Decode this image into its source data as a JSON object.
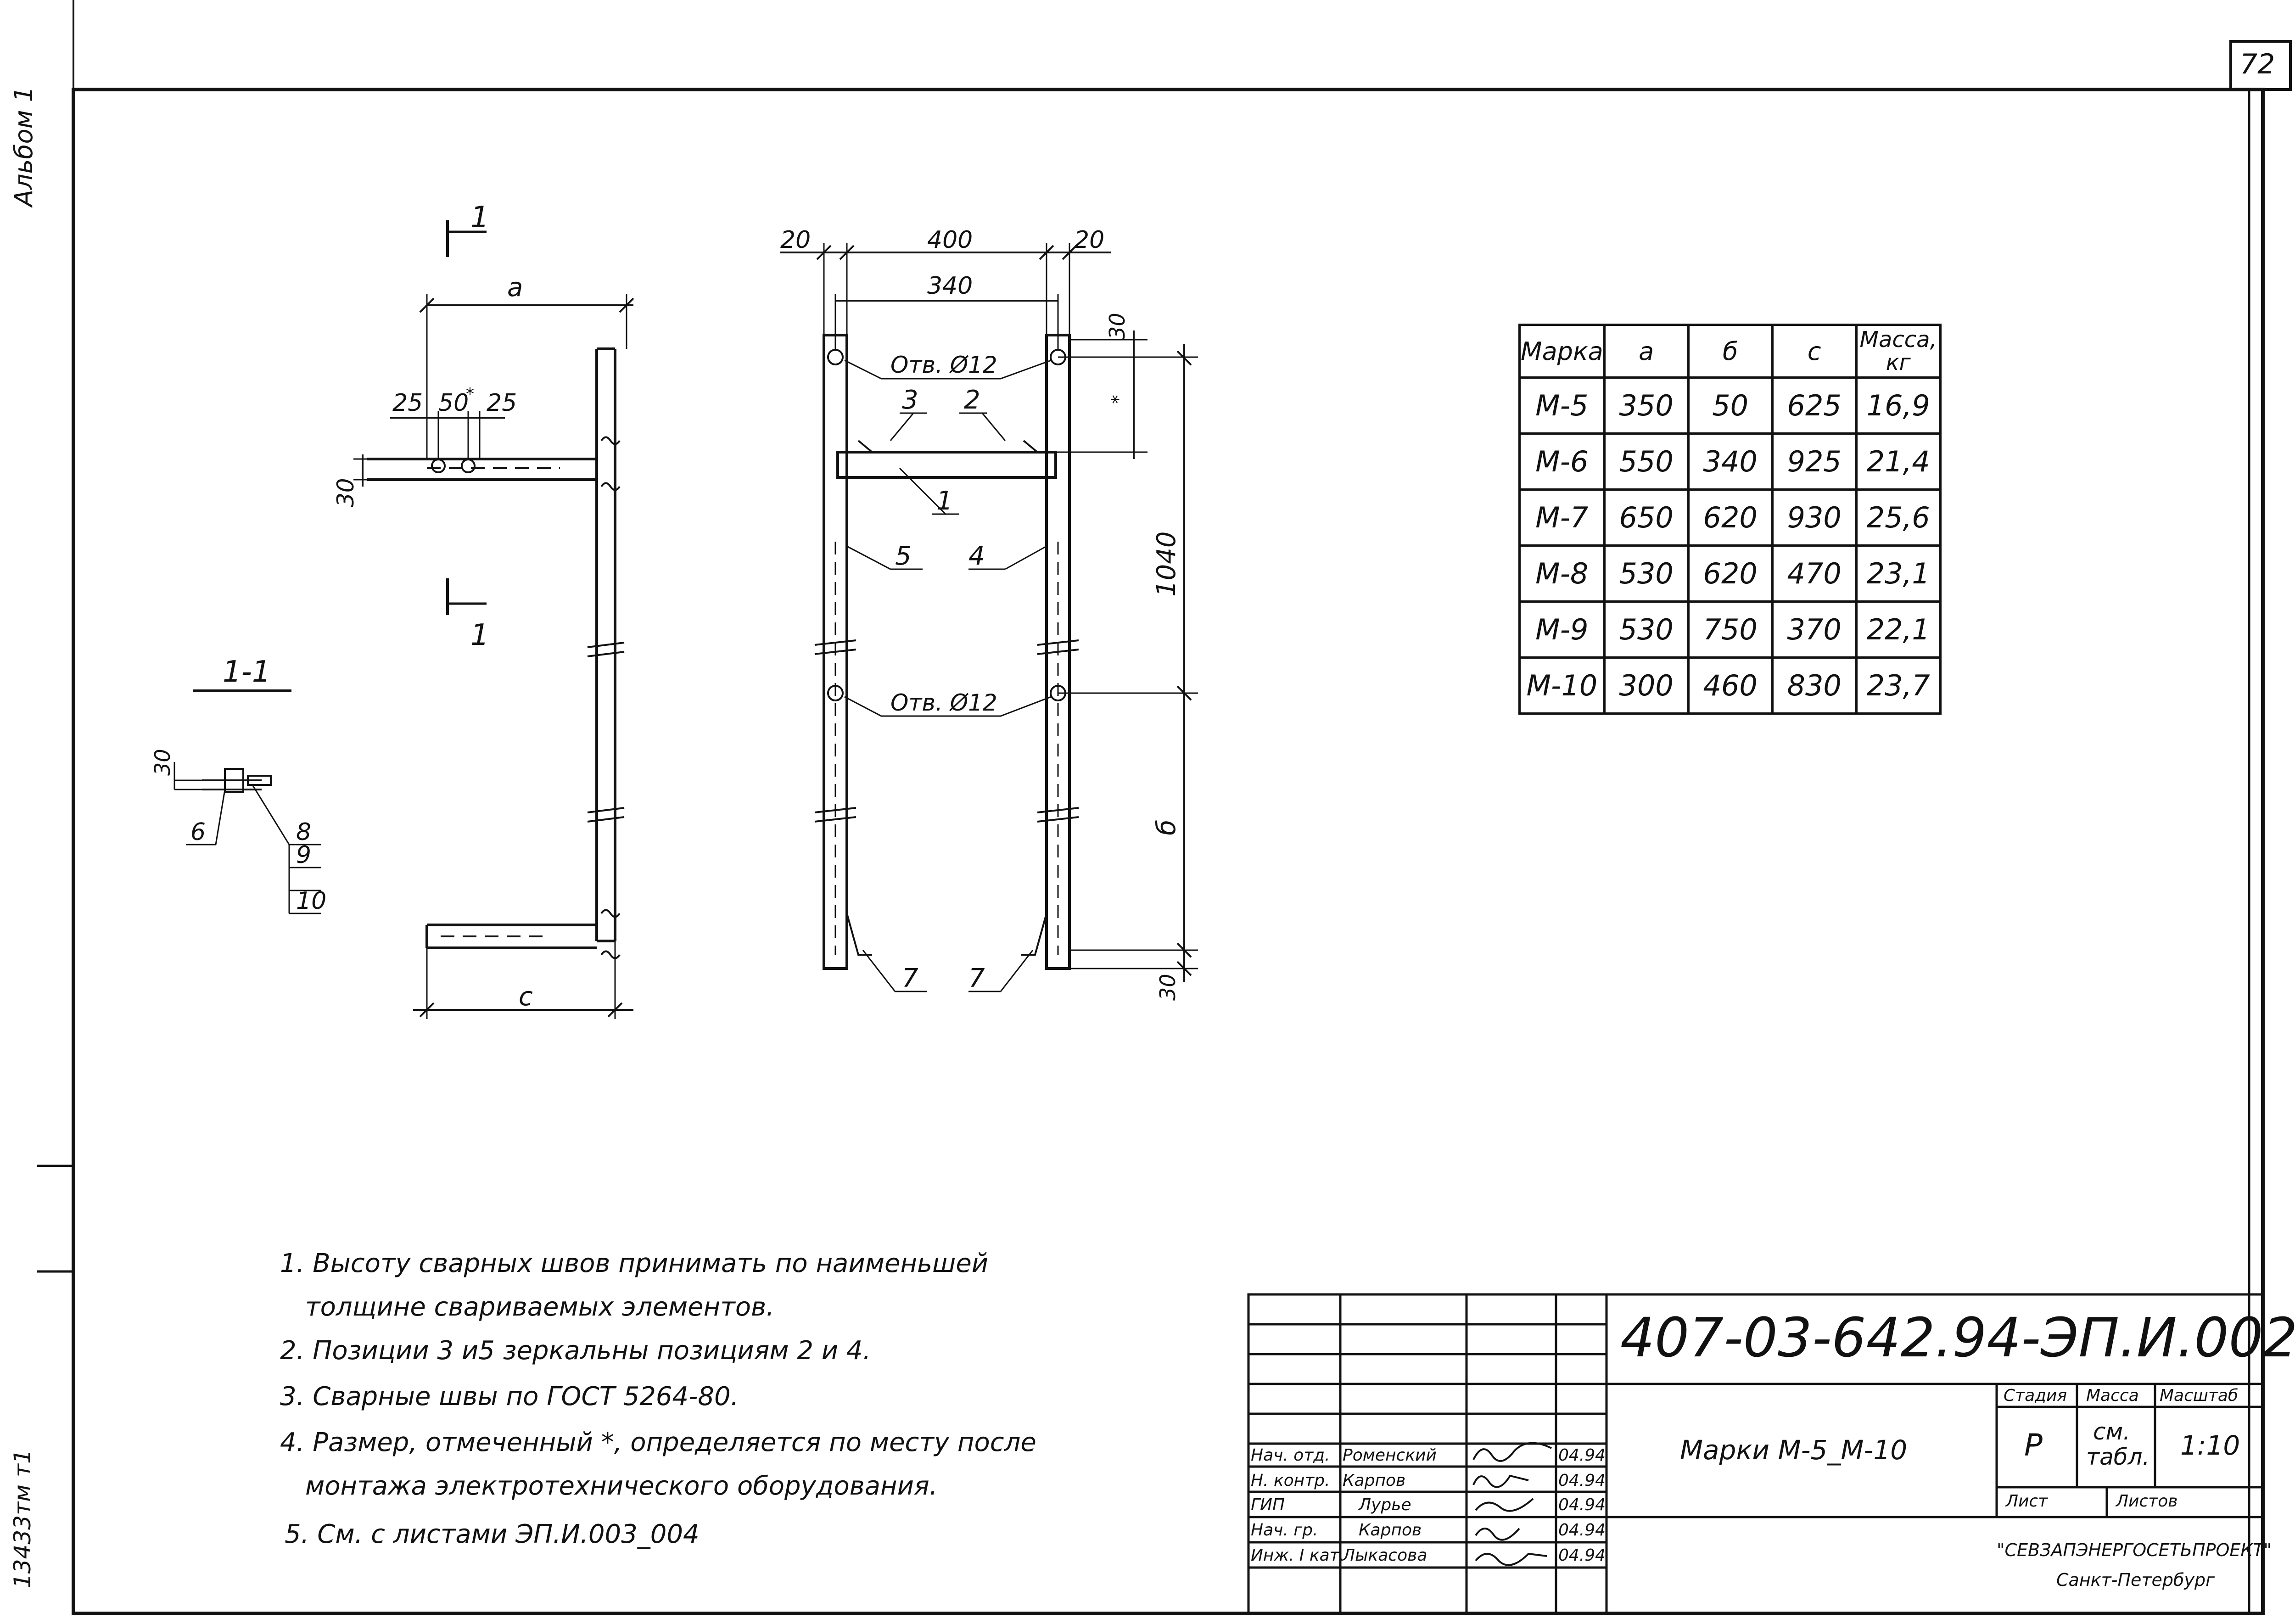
{
  "sheet": {
    "page_number": "72",
    "album_label": "Альбом 1",
    "inventory_stamp": "13433тм т1"
  },
  "drawing": {
    "section_marker": "1",
    "section_title": "1-1",
    "dimensions": {
      "a": "а",
      "b": "б",
      "c": "с",
      "d25_left": "25",
      "d50": "50",
      "star": "*",
      "d25_right": "25",
      "d30": "30",
      "d20_left": "20",
      "d400": "400",
      "d20_right": "20",
      "d340": "340",
      "d1040": "1040"
    },
    "hole_label": "Отв. Ø12",
    "positions": [
      "1",
      "2",
      "3",
      "4",
      "5",
      "6",
      "7",
      "8",
      "9",
      "10"
    ]
  },
  "spec_table": {
    "headers": [
      "Марка",
      "а",
      "б",
      "с",
      "Масса,",
      "кг"
    ],
    "rows": [
      [
        "М-5",
        "350",
        "50",
        "625",
        "16,9"
      ],
      [
        "М-6",
        "550",
        "340",
        "925",
        "21,4"
      ],
      [
        "М-7",
        "650",
        "620",
        "930",
        "25,6"
      ],
      [
        "М-8",
        "530",
        "620",
        "470",
        "23,1"
      ],
      [
        "М-9",
        "530",
        "750",
        "370",
        "22,1"
      ],
      [
        "М-10",
        "300",
        "460",
        "830",
        "23,7"
      ]
    ]
  },
  "notes": [
    "1. Высоту сварных швов принимать по наименьшей",
    "толщине свариваемых элементов.",
    "2. Позиции 3 и5 зеркальны позициям 2 и 4.",
    "3. Сварные швы по ГОСТ 5264-80.",
    "4. Размер, отмеченный *, определяется по месту после",
    "монтажа электротехнического оборудования.",
    "5. См. с листами ЭП.И.003_004"
  ],
  "title_block": {
    "document_code": "407-03-642.94-ЭП.И.002",
    "drawing_title": "Марки М-5_М-10",
    "stage_header": "Стадия",
    "mass_header": "Масса",
    "scale_header": "Масштаб",
    "stage": "Р",
    "mass_line1": "см.",
    "mass_line2": "табл.",
    "scale": "1:10",
    "sheet_label": "Лист",
    "sheets_label": "Листов",
    "organization": "\"СЕВЗАПЭНЕРГОСЕТЬПРОЕКТ\"",
    "city": "Санкт-Петербург",
    "signatures": [
      {
        "role": "Нач. отд.",
        "name": "Роменский",
        "date": "04.94"
      },
      {
        "role": "Н. контр.",
        "name": "Карпов",
        "date": "04.94"
      },
      {
        "role": "ГИП",
        "name": "Лурье",
        "date": "04.94"
      },
      {
        "role": "Нач. гр.",
        "name": "Карпов",
        "date": "04.94"
      },
      {
        "role": "Инж. I кат.",
        "name": "Лыкасова",
        "date": "04.94"
      }
    ]
  }
}
